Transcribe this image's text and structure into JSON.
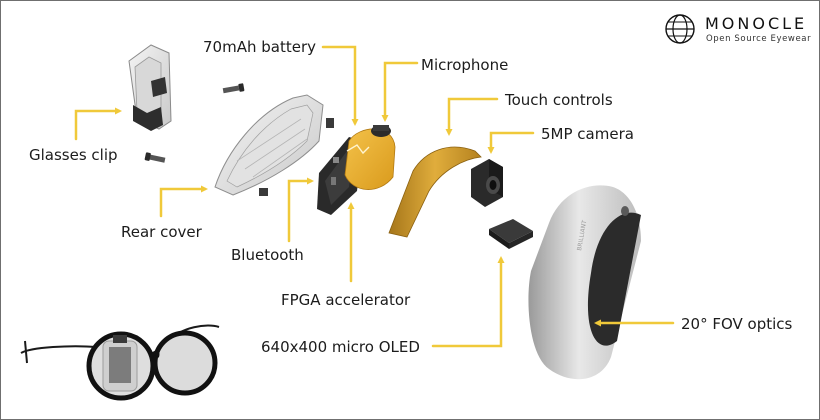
{
  "brand": {
    "name": "MONOCLE",
    "tagline": "Open Source Eyewear",
    "logo_icon": "globe-icon"
  },
  "labels": {
    "glasses_clip": "Glasses clip",
    "rear_cover": "Rear cover",
    "battery": "70mAh battery",
    "microphone": "Microphone",
    "touch_controls": "Touch controls",
    "camera": "5MP camera",
    "bluetooth": "Bluetooth",
    "fpga": "FPGA accelerator",
    "oled": "640x400 micro OLED",
    "optics": "20° FOV optics"
  },
  "colors": {
    "accent": "#f0c93a",
    "battery": "#e7a928",
    "flex_pcb": "#c9941f",
    "dark_part": "#2a2a2a"
  }
}
